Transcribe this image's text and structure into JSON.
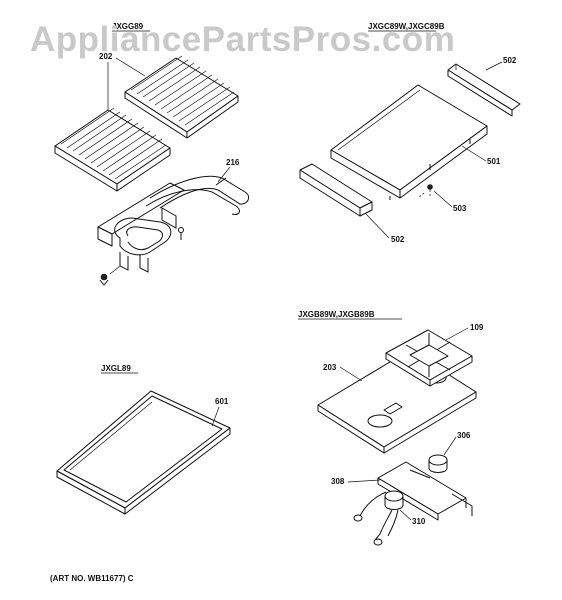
{
  "watermark": "AppliancePartsPros.com",
  "sections": {
    "grill": "JXGG89",
    "griddle": "JXGC89W,JXGC89B",
    "burner": "JXGB89W,JXGB89B",
    "plate": "JXGL89"
  },
  "parts": {
    "p202": "202",
    "p216": "216",
    "p502_top": "502",
    "p501": "501",
    "p503": "503",
    "p502_bottom": "502",
    "p109": "109",
    "p203": "203",
    "p306": "306",
    "p308": "308",
    "p310": "310",
    "p601": "601"
  },
  "art_number": "(ART NO. WB11677) C"
}
